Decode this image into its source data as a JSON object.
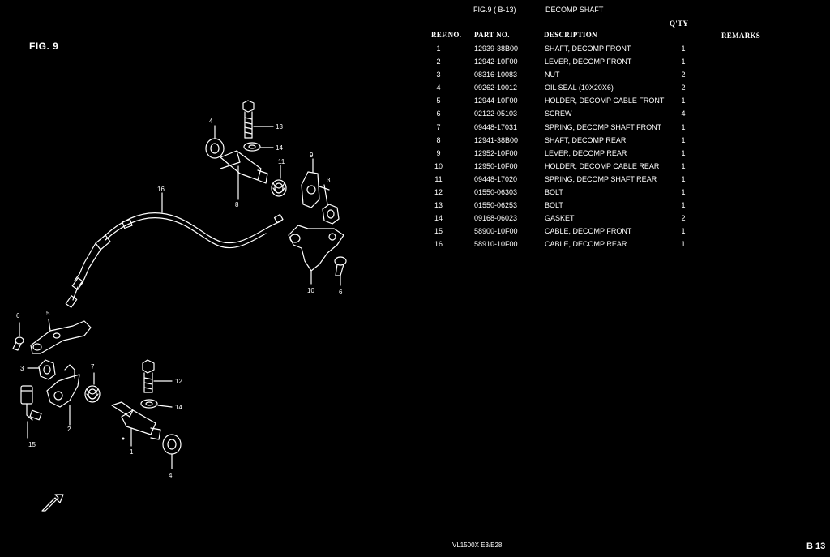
{
  "figure": {
    "label": "FIG. 9",
    "code": "FIG.9  ( B-13)",
    "title": "DECOMP SHAFT"
  },
  "table": {
    "headers": {
      "ref": "REF.NO.",
      "part": "PART NO.",
      "description": "DESCRIPTION",
      "qty": "Q'TY",
      "remarks": "REMARKS"
    },
    "rows": [
      {
        "ref": "1",
        "part": "12939-38B00",
        "description": "SHAFT, DECOMP FRONT",
        "qty": "1"
      },
      {
        "ref": "2",
        "part": "12942-10F00",
        "description": "LEVER, DECOMP FRONT",
        "qty": "1"
      },
      {
        "ref": "3",
        "part": "08316-10083",
        "description": "NUT",
        "qty": "2"
      },
      {
        "ref": "4",
        "part": "09262-10012",
        "description": "OIL SEAL (10X20X6)",
        "qty": "2"
      },
      {
        "ref": "5",
        "part": "12944-10F00",
        "description": "HOLDER, DECOMP CABLE FRONT",
        "qty": "1"
      },
      {
        "ref": "6",
        "part": "02122-05103",
        "description": "SCREW",
        "qty": "4"
      },
      {
        "ref": "7",
        "part": "09448-17031",
        "description": "SPRING, DECOMP SHAFT FRONT",
        "qty": "1"
      },
      {
        "ref": "8",
        "part": "12941-38B00",
        "description": "SHAFT, DECOMP REAR",
        "qty": "1"
      },
      {
        "ref": "9",
        "part": "12952-10F00",
        "description": "LEVER, DECOMP REAR",
        "qty": "1"
      },
      {
        "ref": "10",
        "part": "12950-10F00",
        "description": "HOLDER, DECOMP CABLE REAR",
        "qty": "1"
      },
      {
        "ref": "11",
        "part": "09448-17020",
        "description": "SPRING, DECOMP SHAFT REAR",
        "qty": "1"
      },
      {
        "ref": "12",
        "part": "01550-06303",
        "description": "BOLT",
        "qty": "1"
      },
      {
        "ref": "13",
        "part": "01550-06253",
        "description": "BOLT",
        "qty": "1"
      },
      {
        "ref": "14",
        "part": "09168-06023",
        "description": "GASKET",
        "qty": "2"
      },
      {
        "ref": "15",
        "part": "58900-10F00",
        "description": "CABLE, DECOMP FRONT",
        "qty": "1"
      },
      {
        "ref": "16",
        "part": "58910-10F00",
        "description": "CABLE, DECOMP REAR",
        "qty": "1"
      }
    ]
  },
  "callouts": {
    "c1": "1",
    "c2": "2",
    "c3": "3",
    "c3b": "3",
    "c4": "4",
    "c4b": "4",
    "c5": "5",
    "c6": "6",
    "c6b": "6",
    "c7": "7",
    "c8": "8",
    "c9": "9",
    "c10": "10",
    "c11": "11",
    "c12": "12",
    "c13": "13",
    "c14": "14",
    "c14b": "14",
    "c15": "15",
    "c16": "16"
  },
  "footer": {
    "model": "VL1500X  E3/E28",
    "page": "B 13"
  }
}
